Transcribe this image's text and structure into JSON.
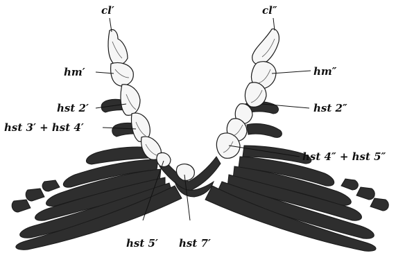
{
  "figure": {
    "colors": {
      "background": "#ffffff",
      "rib_dark": "#2e2e2e",
      "rib_highlight": "#5c5c5c",
      "cartilage_light": "#f6f6f6",
      "outline": "#1a1a1a",
      "leader_line": "#111111"
    },
    "labels": {
      "cl_left": "cl′",
      "cl_right": "cl″",
      "hm_left": "hm′",
      "hm_right": "hm″",
      "hst2_left": "hst 2′",
      "hst2_right": "hst 2″",
      "hst34_left": "hst 3′ + hst 4′",
      "hst45_right": "hst 4″ + hst 5″",
      "hst5_left": "hst 5′",
      "hst7": "hst 7′"
    }
  }
}
